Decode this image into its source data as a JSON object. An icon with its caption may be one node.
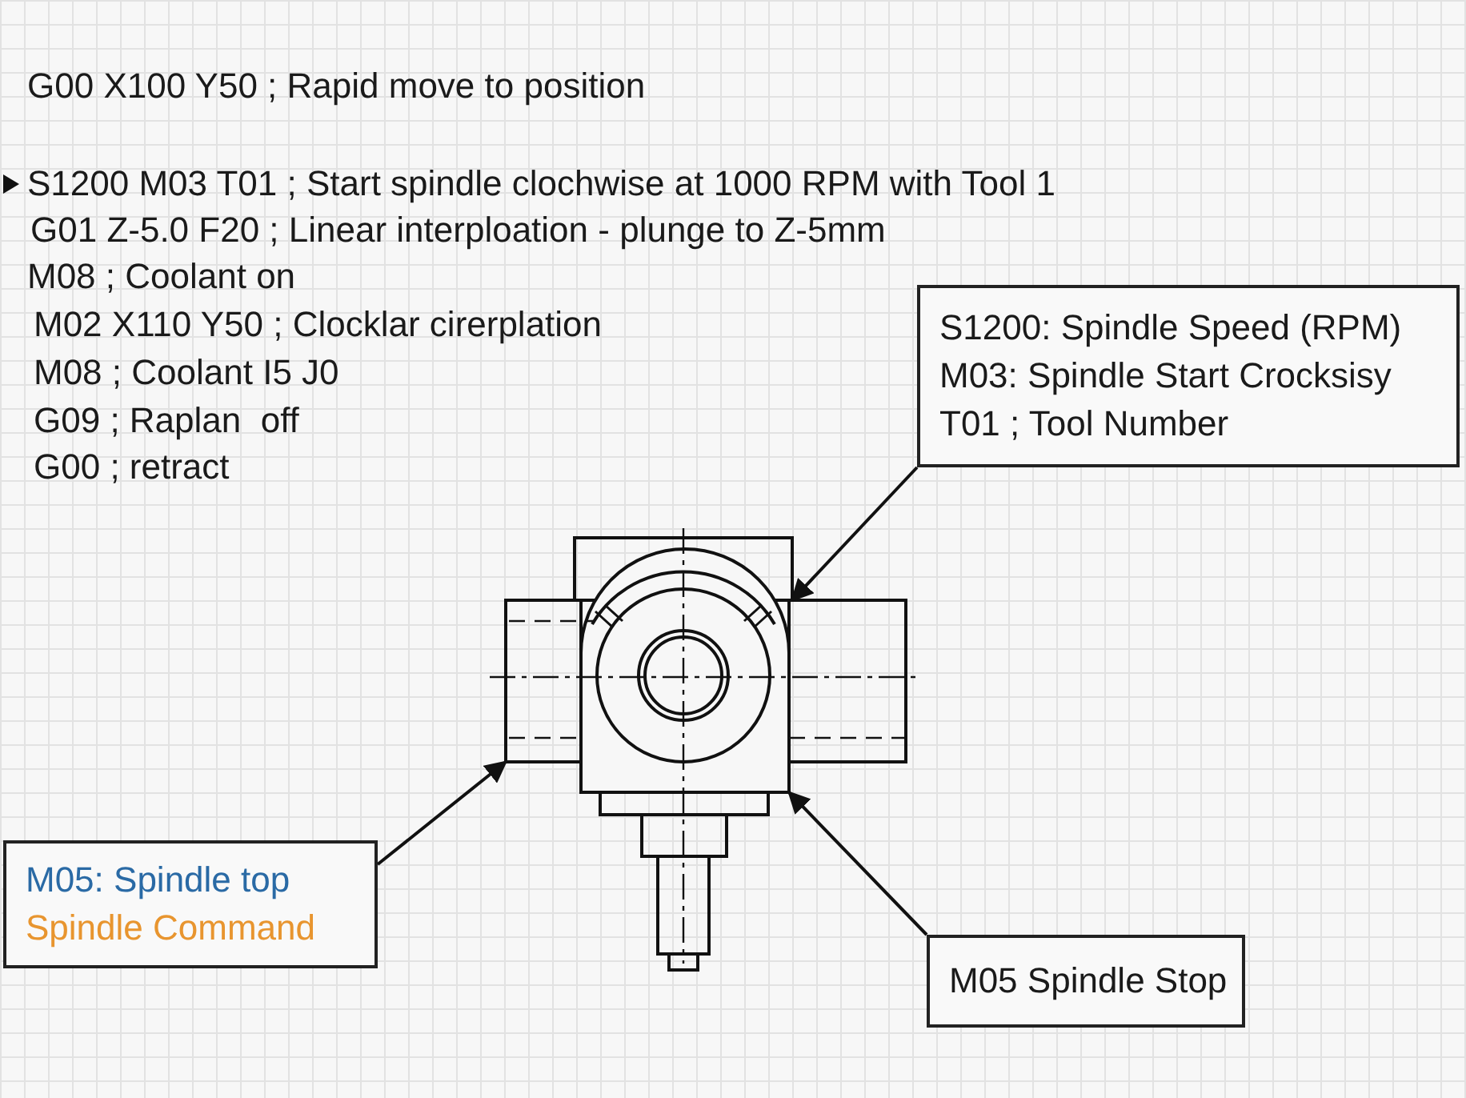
{
  "diagram": {
    "nodes": [
      {
        "text": [
          "S1200: Spindle Speed (RPM)",
          "M03: Spindle Start Crocksisy",
          "T01 ; Tool Number"
        ]
      },
      {
        "text": [
          "M05: Spindle top",
          "Spindle Command"
        ]
      },
      {
        "text": [
          "M05 Spindle Stop"
        ]
      },
      {
        "text": [],
        "shape": "box"
      },
      {
        "text": [],
        "shape": "box"
      },
      {
        "text": [],
        "shape": "box"
      }
    ],
    "edges": [
      {
        "from": 0,
        "to": 5,
        "arrow": "to"
      },
      {
        "from": 1,
        "to": 3,
        "arrow": "to"
      },
      {
        "from": 2,
        "to": 4,
        "arrow": "to"
      }
    ],
    "labels": [
      "G00 X100 Y50 ; Rapid move to position",
      "S1200 M03 T01 ; Start spindle clochwise at 1000 RPM with Tool 1",
      "G01 Z-5.0 F20 ; Linear interploation - plunge to Z-5mm",
      "M08 ; Coolant on",
      "M02 X110 Y50 ; Clocklar cirerplation",
      "M08 ; Coolant I5 J0",
      "G09 ; Raplan  off",
      "G00 ; retract"
    ]
  }
}
